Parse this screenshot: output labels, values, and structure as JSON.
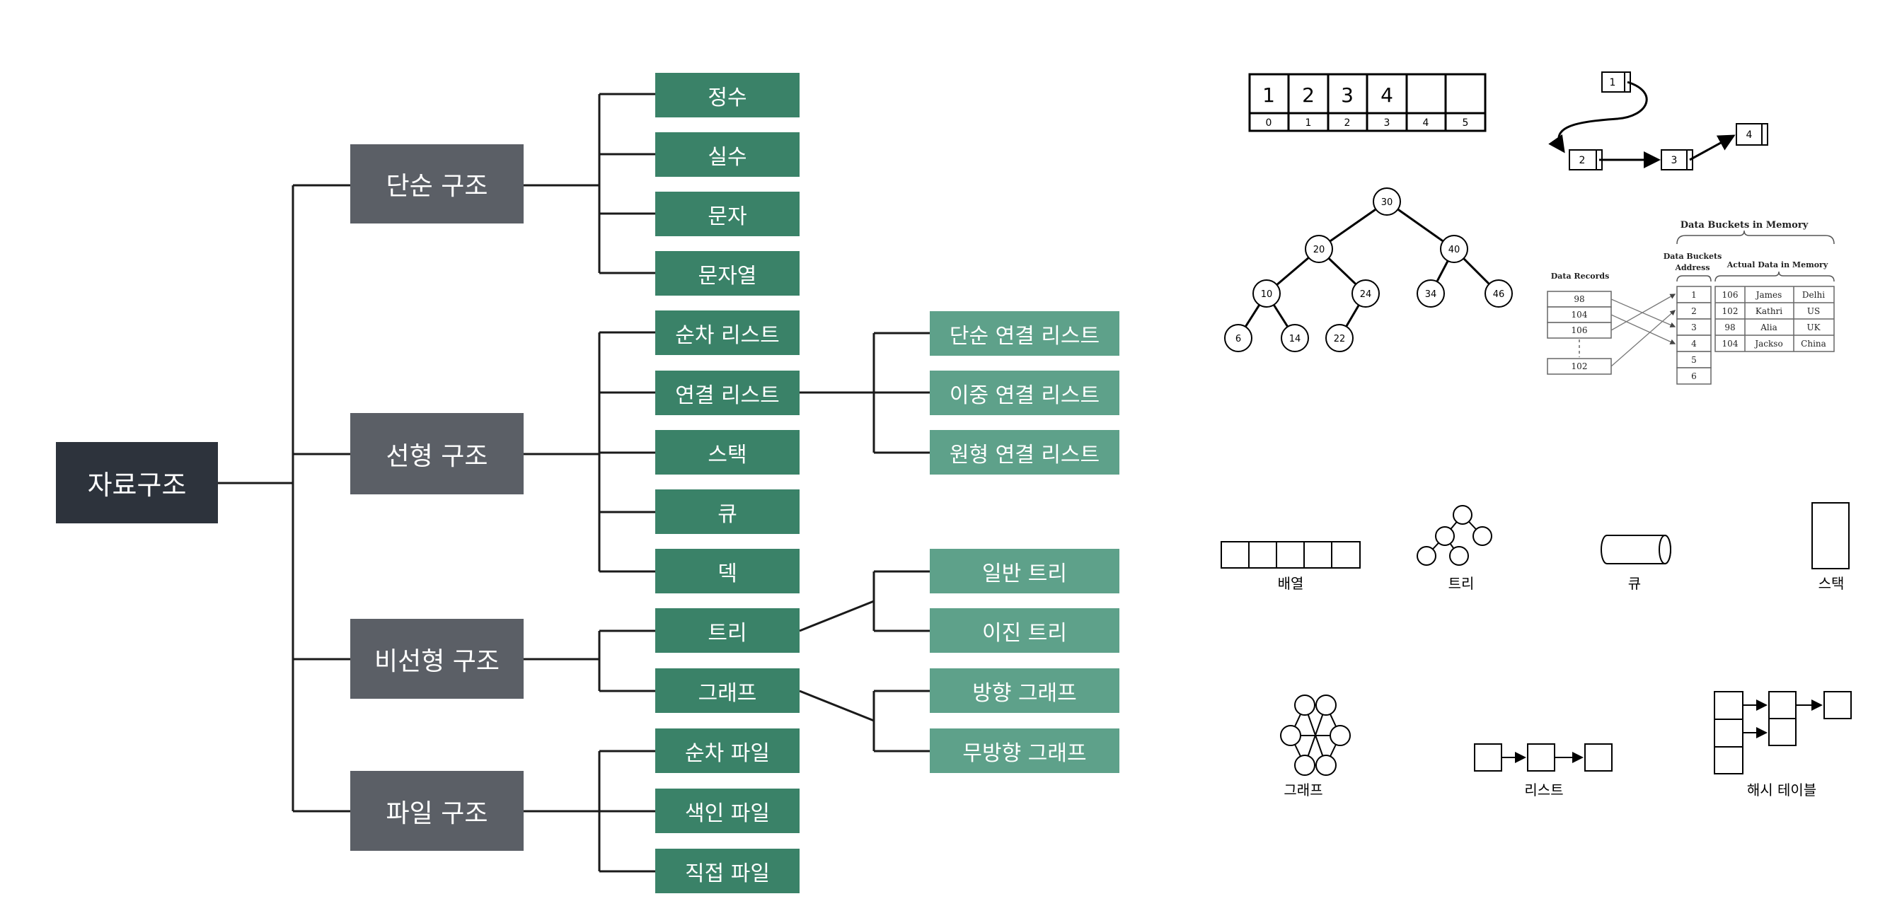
{
  "tree": {
    "root": "자료구조",
    "categories": [
      {
        "label": "단순 구조",
        "children": [
          "정수",
          "실수",
          "문자",
          "문자열"
        ]
      },
      {
        "label": "선형 구조",
        "children": [
          "순차 리스트",
          "연결 리스트",
          "스택",
          "큐",
          "덱"
        ]
      },
      {
        "label": "비선형 구조",
        "children": [
          "트리",
          "그래프"
        ]
      },
      {
        "label": "파일 구조",
        "children": [
          "순차 파일",
          "색인 파일",
          "직접 파일"
        ]
      }
    ],
    "linked_list_types": [
      "단순 연결 리스트",
      "이중 연결 리스트",
      "원형 연결 리스트"
    ],
    "tree_types": [
      "일반 트리",
      "이진 트리"
    ],
    "graph_types": [
      "방향 그래프",
      "무방향 그래프"
    ]
  },
  "array_example": {
    "values": [
      "1",
      "2",
      "3",
      "4",
      "",
      ""
    ],
    "indices": [
      "0",
      "1",
      "2",
      "3",
      "4",
      "5"
    ]
  },
  "linked_list_example": {
    "nodes": [
      "1",
      "2",
      "3",
      "4"
    ]
  },
  "bst_example": {
    "nodes": [
      "30",
      "20",
      "40",
      "10",
      "24",
      "34",
      "46",
      "6",
      "14",
      "22"
    ]
  },
  "hash_memory_example": {
    "title": "Data Buckets in Memory",
    "records_label": "Data Records",
    "address_label_line1": "Data Buckets",
    "address_label_line2": "Address",
    "actual_label": "Actual Data in Memory",
    "records": [
      "98",
      "104",
      "106",
      "102"
    ],
    "addresses": [
      "1",
      "2",
      "3",
      "4",
      "5",
      "6"
    ],
    "rows": [
      [
        "106",
        "James",
        "Delhi"
      ],
      [
        "102",
        "Kathri",
        "US"
      ],
      [
        "98",
        "Alia",
        "UK"
      ],
      [
        "104",
        "Jackso",
        "China"
      ]
    ]
  },
  "icon_labels": {
    "array": "배열",
    "tree": "트리",
    "queue": "큐",
    "stack": "스택",
    "graph": "그래프",
    "list": "리스트",
    "hash_table": "해시 테이블"
  },
  "colors": {
    "root": "#2d333c",
    "category": "#5b5f66",
    "leaf": "#3a8268",
    "subleaf": "#5ea18a",
    "line": "#1a1a1a"
  }
}
